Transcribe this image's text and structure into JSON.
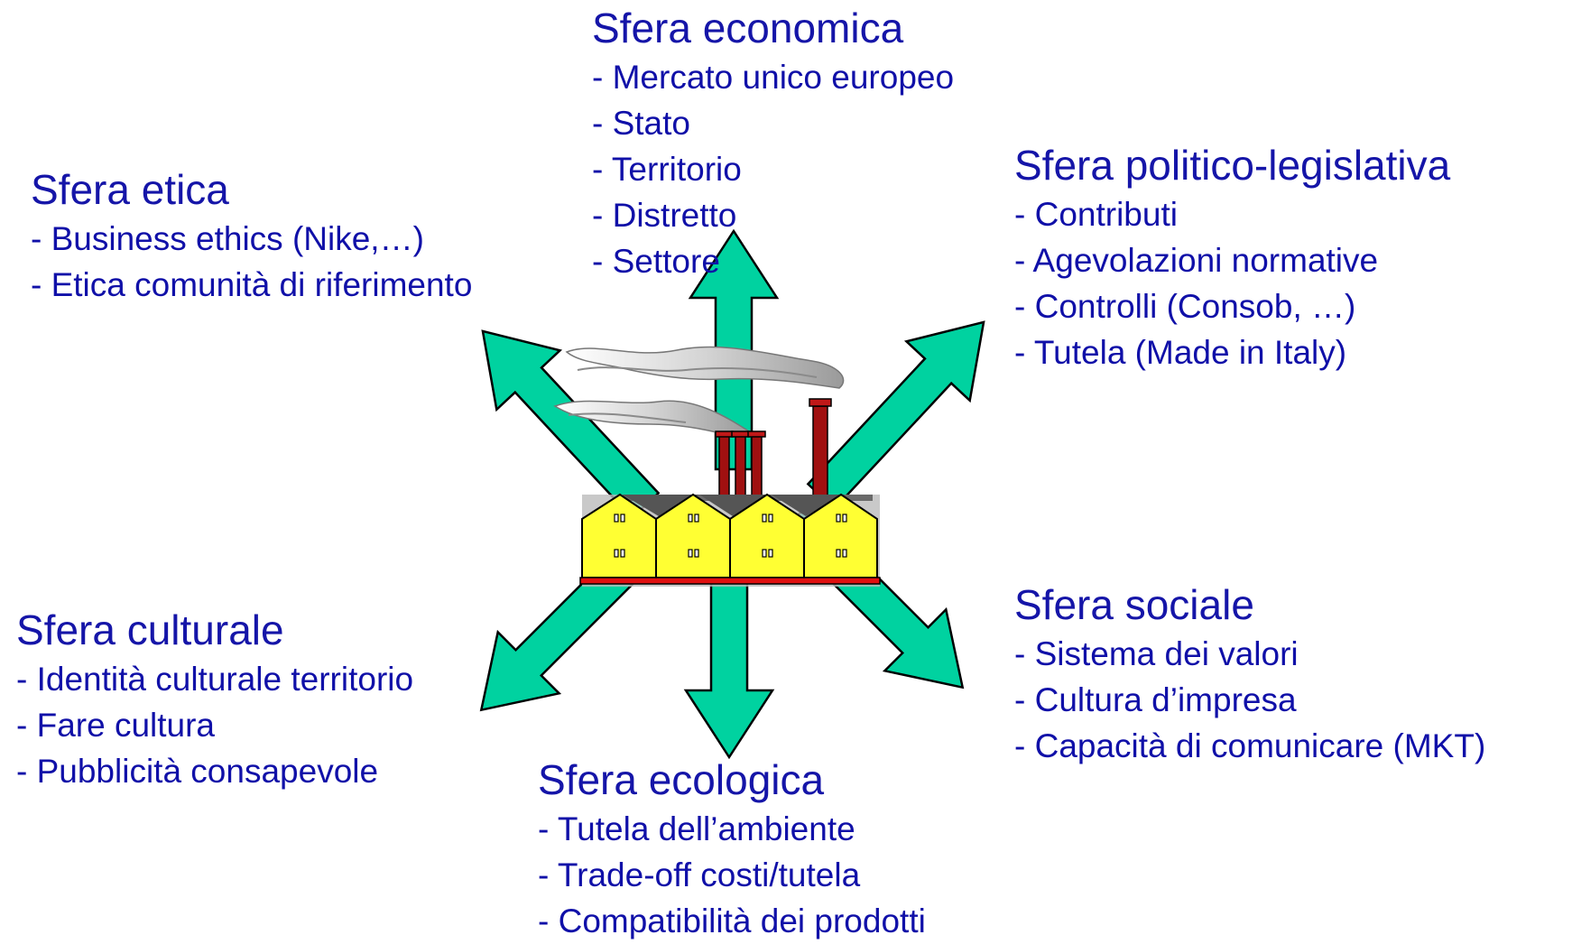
{
  "spheres": {
    "economica": {
      "title": "Sfera economica",
      "items": [
        "- Mercato unico europeo",
        "- Stato",
        "- Territorio",
        "- Distretto",
        "- Settore"
      ]
    },
    "etica": {
      "title": "Sfera etica",
      "items": [
        "- Business ethics (Nike,…)",
        "- Etica comunità di riferimento"
      ]
    },
    "politica": {
      "title": "Sfera politico-legislativa",
      "items": [
        "- Contributi",
        "- Agevolazioni normative",
        "- Controlli (Consob, …)",
        "- Tutela (Made in Italy)"
      ]
    },
    "culturale": {
      "title": "Sfera culturale",
      "items": [
        "- Identità culturale territorio",
        "- Fare cultura",
        "- Pubblicità consapevole"
      ]
    },
    "sociale": {
      "title": "Sfera sociale",
      "items": [
        "- Sistema dei valori",
        "- Cultura d’impresa",
        "- Capacità di comunicare (MKT)"
      ]
    },
    "ecologica": {
      "title": "Sfera ecologica",
      "items": [
        "- Tutela dell’ambiente",
        "- Trade-off costi/tutela",
        "- Compatibilità dei prodotti"
      ]
    }
  },
  "colors": {
    "text": "#1515a8",
    "arrow_fill": "#00d2a0",
    "factory_wall": "#ffff33",
    "factory_base": "#e01010",
    "chimney": "#a01010"
  }
}
